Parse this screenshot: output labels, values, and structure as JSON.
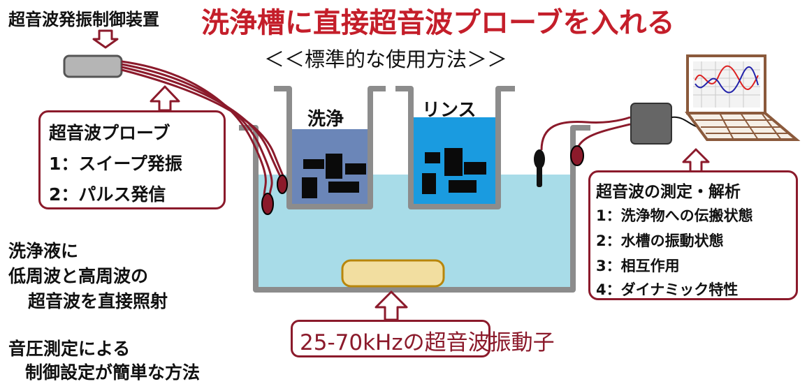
{
  "title": "洗浄槽に直接超音波プローブを入れる",
  "subtitle": "＜＜標準的な使用方法＞＞",
  "controller_label": "超音波発振制御装置",
  "tanks": {
    "left_label": "洗浄",
    "right_label": "リンス"
  },
  "probe_box": {
    "title": "超音波プローブ",
    "items": [
      "1：スイープ発振",
      "2：パルス発信"
    ]
  },
  "measure_box": {
    "title": "超音波の測定・解析",
    "items": [
      "1：洗浄物への伝搬状態",
      "2：水槽の振動状態",
      "3：相互作用",
      "4：ダイナミック特性"
    ]
  },
  "left_notes": {
    "lines1": [
      "洗浄液に",
      "低周波と高周波の",
      "超音波を直接照射"
    ],
    "lines2": [
      "音圧測定による",
      "制御設定が簡単な方法"
    ]
  },
  "transducer_label": "25-70kHzの超音波振動子",
  "colors": {
    "title_red": "#c41e2a",
    "callout_border": "#8b1a2b",
    "water": "#a8dce8",
    "wash_liquid": "#6b86b8",
    "rinse_liquid": "#1a9be0"
  }
}
